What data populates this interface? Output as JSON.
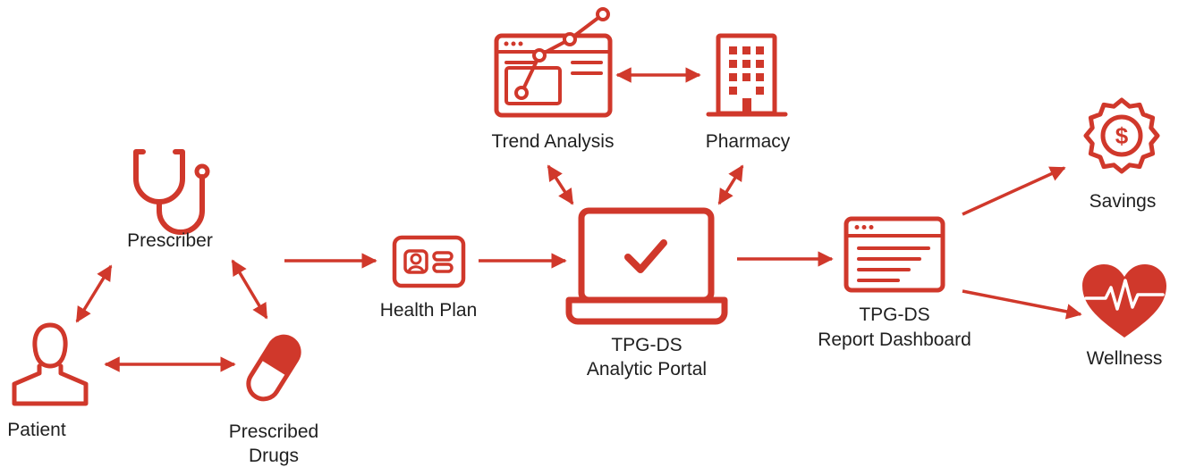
{
  "accent_color": "#d0382b",
  "nodes": {
    "prescriber": {
      "label": "Prescriber",
      "icon": "stethoscope-icon"
    },
    "patient": {
      "label": "Patient",
      "icon": "person-icon"
    },
    "prescribed_drugs": {
      "label_line1": "Prescribed",
      "label_line2": "Drugs",
      "icon": "pill-icon"
    },
    "health_plan": {
      "label": "Health Plan",
      "icon": "id-card-icon"
    },
    "trend_analysis": {
      "label": "Trend Analysis",
      "icon": "browser-chart-icon"
    },
    "pharmacy": {
      "label": "Pharmacy",
      "icon": "building-icon"
    },
    "analytic_portal": {
      "label_line1": "TPG-DS",
      "label_line2": "Analytic Portal",
      "icon": "laptop-check-icon"
    },
    "report_dashboard": {
      "label_line1": "TPG-DS",
      "label_line2": "Report Dashboard",
      "icon": "report-window-icon"
    },
    "savings": {
      "label": "Savings",
      "icon": "dollar-badge-icon"
    },
    "wellness": {
      "label": "Wellness",
      "icon": "heart-pulse-icon"
    }
  },
  "edges": [
    {
      "from": "prescriber",
      "to": "patient",
      "direction": "both"
    },
    {
      "from": "prescriber",
      "to": "prescribed_drugs",
      "direction": "both"
    },
    {
      "from": "patient",
      "to": "prescribed_drugs",
      "direction": "both"
    },
    {
      "from": "prescriber_group",
      "to": "health_plan",
      "direction": "forward"
    },
    {
      "from": "health_plan",
      "to": "analytic_portal",
      "direction": "forward"
    },
    {
      "from": "trend_analysis",
      "to": "pharmacy",
      "direction": "both"
    },
    {
      "from": "trend_analysis",
      "to": "analytic_portal",
      "direction": "both"
    },
    {
      "from": "pharmacy",
      "to": "analytic_portal",
      "direction": "both"
    },
    {
      "from": "analytic_portal",
      "to": "report_dashboard",
      "direction": "forward"
    },
    {
      "from": "report_dashboard",
      "to": "savings",
      "direction": "forward"
    },
    {
      "from": "report_dashboard",
      "to": "wellness",
      "direction": "forward"
    }
  ]
}
